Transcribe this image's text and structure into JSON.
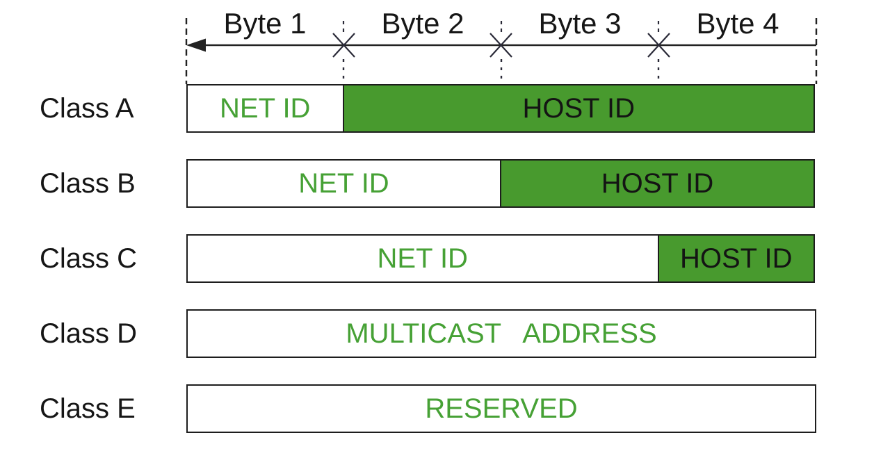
{
  "ruler": {
    "byte_labels": [
      "Byte 1",
      "Byte 2",
      "Byte 3",
      "Byte 4"
    ]
  },
  "rows": [
    {
      "label": "Class A",
      "segments": [
        {
          "text": "NET ID",
          "fill": "white",
          "text_color": "green",
          "bytes": 1
        },
        {
          "text": "HOST ID",
          "fill": "green",
          "text_color": "black",
          "bytes": 3
        }
      ]
    },
    {
      "label": "Class B",
      "segments": [
        {
          "text": "NET ID",
          "fill": "white",
          "text_color": "green",
          "bytes": 2
        },
        {
          "text": "HOST ID",
          "fill": "green",
          "text_color": "black",
          "bytes": 2
        }
      ]
    },
    {
      "label": "Class C",
      "segments": [
        {
          "text": "NET ID",
          "fill": "white",
          "text_color": "green",
          "bytes": 3
        },
        {
          "text": "HOST ID",
          "fill": "green",
          "text_color": "black",
          "bytes": 1
        }
      ]
    },
    {
      "label": "Class D",
      "segments": [
        {
          "text": "MULTICAST ADDRESS",
          "fill": "white",
          "text_color": "green",
          "bytes": 4
        }
      ]
    },
    {
      "label": "Class E",
      "segments": [
        {
          "text": "RESERVED",
          "fill": "white",
          "text_color": "green",
          "bytes": 4
        }
      ]
    }
  ],
  "colors": {
    "green_fill": "#489a2e",
    "green_text": "#46a135",
    "black_text": "#141414",
    "line": "#222222"
  }
}
